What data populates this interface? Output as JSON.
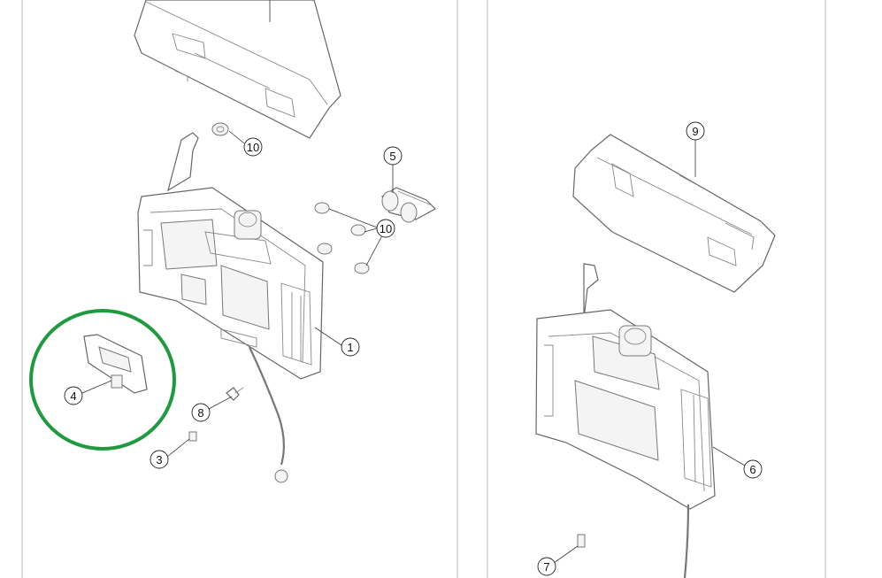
{
  "callouts": [
    {
      "id": "c1",
      "label": "1"
    },
    {
      "id": "c3",
      "label": "3"
    },
    {
      "id": "c4",
      "label": "4"
    },
    {
      "id": "c5",
      "label": "5"
    },
    {
      "id": "c6",
      "label": "6"
    },
    {
      "id": "c7",
      "label": "7"
    },
    {
      "id": "c8",
      "label": "8"
    },
    {
      "id": "c9",
      "label": "9"
    },
    {
      "id": "c10a",
      "label": "10"
    },
    {
      "id": "c10b",
      "label": "10"
    }
  ],
  "highlight_color": "#1f9a3f",
  "line_color": "#666666"
}
